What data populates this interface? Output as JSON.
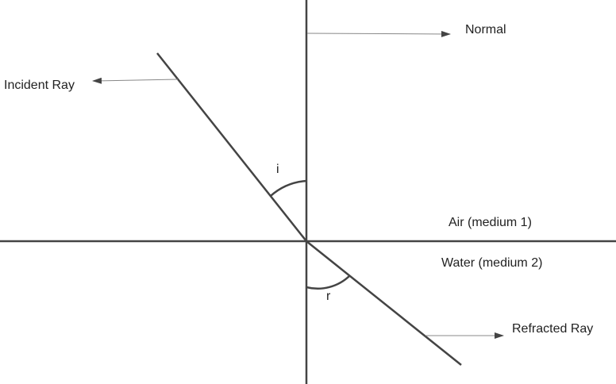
{
  "labels": {
    "normal": "Normal",
    "incident_ray": "Incident Ray",
    "refracted_ray": "Refracted Ray",
    "medium_1": "Air (medium 1)",
    "medium_2": "Water (medium 2)",
    "angle_incidence": "i",
    "angle_refraction": "r"
  },
  "colors": {
    "line": "#444444",
    "pointer": "#888888",
    "arrowhead": "#444444",
    "text": "#222222"
  }
}
